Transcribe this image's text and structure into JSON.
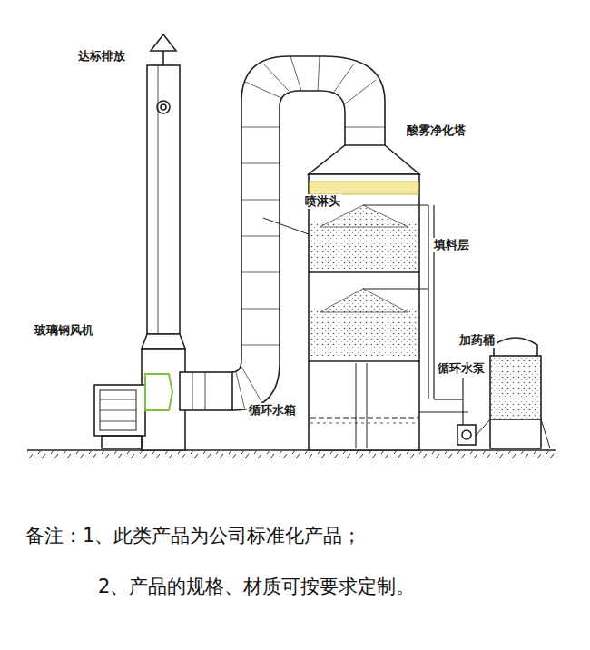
{
  "diagram": {
    "labels": [
      "达标排放",
      "酸雾净化塔",
      "喷淋头",
      "填料层",
      "玻璃钢风机",
      "加药桶",
      "循环水泵",
      "循环水箱",
      "备注：1、此类产品为公司标准化产品；",
      "2、产品的规格、材质可按要求定制。"
    ]
  }
}
